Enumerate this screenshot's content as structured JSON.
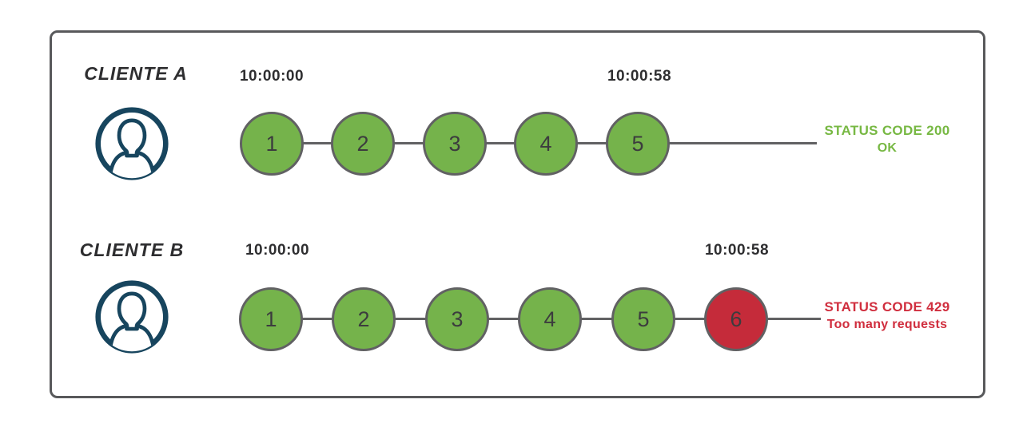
{
  "colors": {
    "box_border": "#58595b",
    "line": "#616163",
    "circle_border": "#616163",
    "circle_green": "#75b34b",
    "circle_red": "#c52b3a",
    "status_ok": "#77b843",
    "status_error": "#d02e3e",
    "icon_navy": "#17455e",
    "text_dark": "#2e2e30"
  },
  "rows": [
    {
      "client_label": "CLIENTE A",
      "start_time": "10:00:00",
      "end_time": "10:00:58",
      "requests": [
        "1",
        "2",
        "3",
        "4",
        "5"
      ],
      "status": {
        "line1": "STATUS CODE 200",
        "line2": "OK"
      }
    },
    {
      "client_label": "CLIENTE B",
      "start_time": "10:00:00",
      "end_time": "10:00:58",
      "requests": [
        "1",
        "2",
        "3",
        "4",
        "5",
        "6"
      ],
      "status": {
        "line1": "STATUS CODE 429",
        "line2": "Too many requests"
      }
    }
  ]
}
